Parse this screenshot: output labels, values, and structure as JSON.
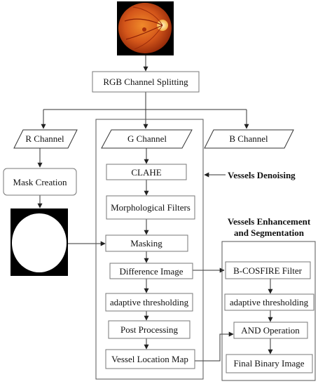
{
  "nodes": {
    "rgb_split": "RGB Channel Splitting",
    "r_channel": "R Channel",
    "g_channel": "G Channel",
    "b_channel": "B Channel",
    "mask_creation": "Mask Creation",
    "clahe": "CLAHE",
    "morph": "Morphological Filters",
    "masking": "Masking",
    "diff_image": "Difference Image",
    "adaptive_left": "adaptive thresholding",
    "post_processing": "Post Processing",
    "vessel_map": "Vessel Location Map",
    "bcosfire": "B-COSFIRE Filter",
    "adaptive_right": "adaptive thresholding",
    "and_op": "AND Operation",
    "final_binary": "Final Binary Image"
  },
  "labels": {
    "denoising": "Vessels Denoising",
    "enhancement_line1": "Vessels Enhancement",
    "enhancement_line2": "and Segmentation"
  },
  "colors": {
    "line": "#333333",
    "box_border": "#7a7a7a",
    "fundus_bg": "#000000",
    "fundus_outer": "#b53a0e",
    "fundus_inner": "#e8741e",
    "optic_disc": "#ffe9a0"
  }
}
